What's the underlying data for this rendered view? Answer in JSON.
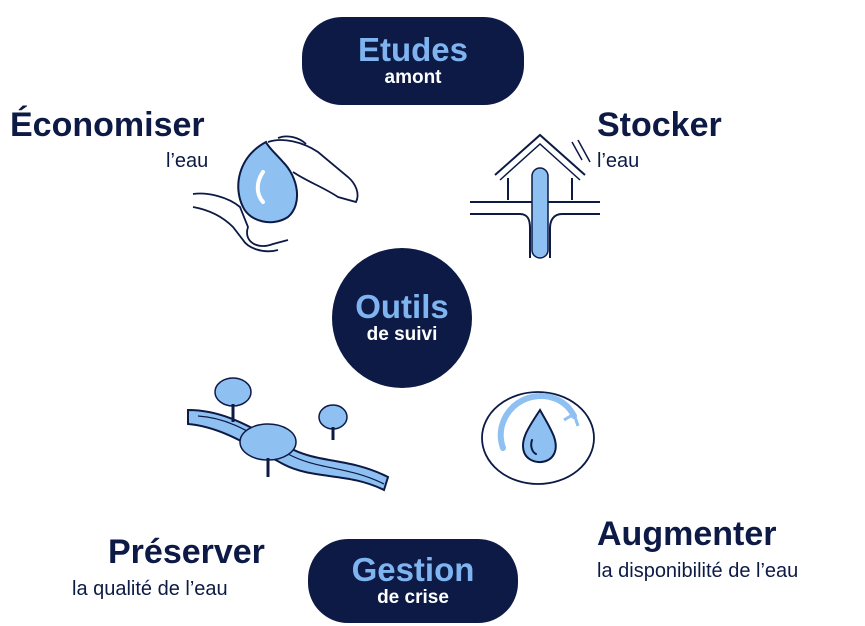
{
  "top": {
    "title": "Etudes",
    "sub": "amont"
  },
  "center": {
    "title": "Outils",
    "sub": "de suivi"
  },
  "bottom": {
    "title": "Gestion",
    "sub": "de crise"
  },
  "economiser": {
    "title": "Économiser",
    "sub": "l’eau",
    "icon": "hands-water-drop-icon"
  },
  "stocker": {
    "title": "Stocker",
    "sub": "l’eau",
    "icon": "house-water-storage-icon"
  },
  "preserver": {
    "title": "Préserver",
    "sub": "la qualité de l’eau",
    "icon": "river-trees-icon"
  },
  "augmenter": {
    "title": "Augmenter",
    "sub": "la disponibilité de l’eau",
    "icon": "water-drop-cycle-icon"
  },
  "colors": {
    "navy": "#0c1a45",
    "light_blue": "#7fb4f0",
    "water_blue": "#8fc0f2"
  }
}
